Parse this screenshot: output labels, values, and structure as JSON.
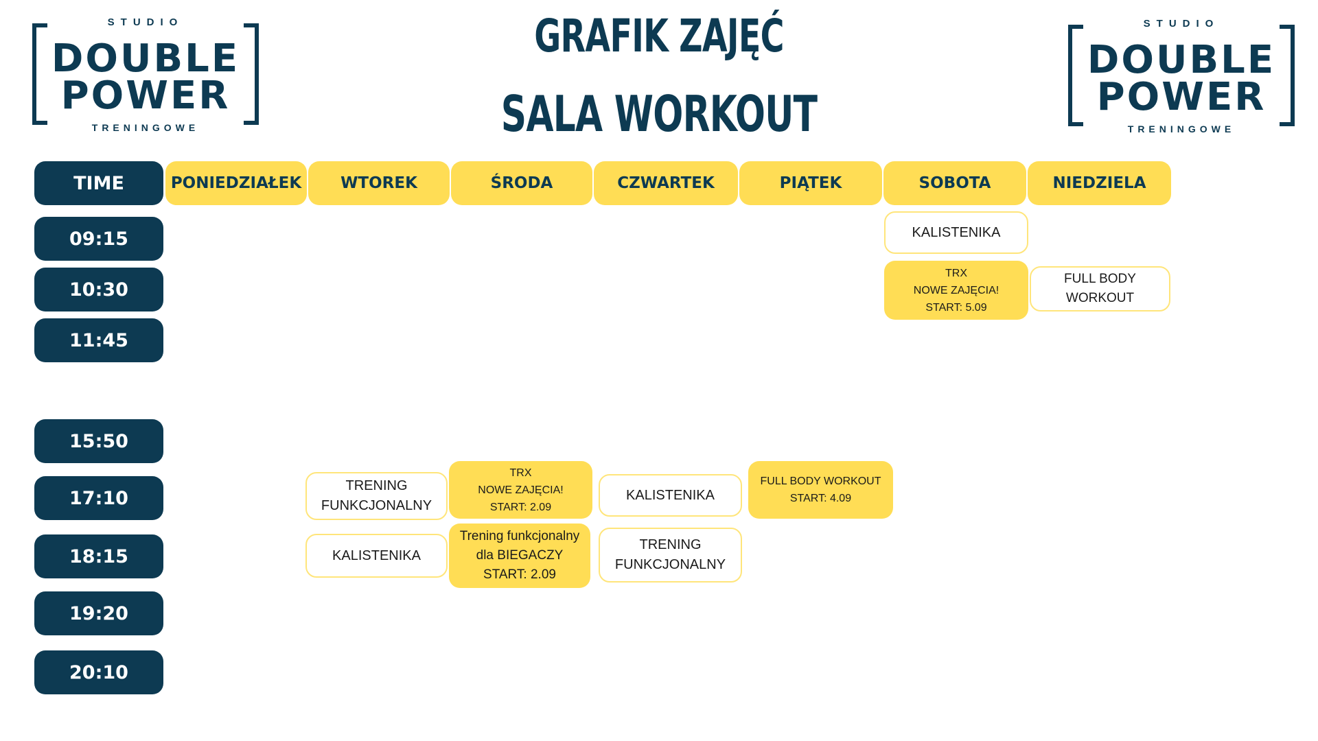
{
  "title": {
    "line1": "GRAFIK ZAJĘĆ",
    "line2": "SALA WORKOUT"
  },
  "logo": {
    "top": "STUDIO",
    "line1": "DOUBLE",
    "line2": "POWER",
    "bottom": "TRENINGOWE"
  },
  "header": {
    "time": "TIME",
    "days": [
      "PONIEDZIAŁEK",
      "WTOREK",
      "ŚRODA",
      "CZWARTEK",
      "PIĄTEK",
      "SOBOTA",
      "NIEDZIELA"
    ]
  },
  "times": [
    "09:15",
    "10:30",
    "11:45",
    "15:50",
    "17:10",
    "18:15",
    "19:20",
    "20:10"
  ],
  "classes": {
    "sat_0915": [
      "KALISTENIKA"
    ],
    "sat_1030": [
      "TRX",
      "NOWE ZAJĘCIA!",
      "START: 5.09"
    ],
    "sun_1030": [
      "FULL BODY WORKOUT"
    ],
    "tue_1710": [
      "TRENING",
      "FUNKCJONALNY"
    ],
    "wed_1710": [
      "TRX",
      "NOWE ZAJĘCIA!",
      "START: 2.09"
    ],
    "thu_1710": [
      "KALISTENIKA"
    ],
    "fri_1710": [
      "FULL BODY WORKOUT",
      "START: 4.09"
    ],
    "tue_1815": [
      "KALISTENIKA"
    ],
    "wed_1815": [
      "Trening funkcjonalny",
      "dla BIEGACZY",
      "START: 2.09"
    ],
    "thu_1815": [
      "TRENING",
      "FUNKCJONALNY"
    ]
  },
  "colors": {
    "navy": "#0d3a52",
    "yellow": "#ffdd55",
    "outline": "#ffe57a"
  }
}
